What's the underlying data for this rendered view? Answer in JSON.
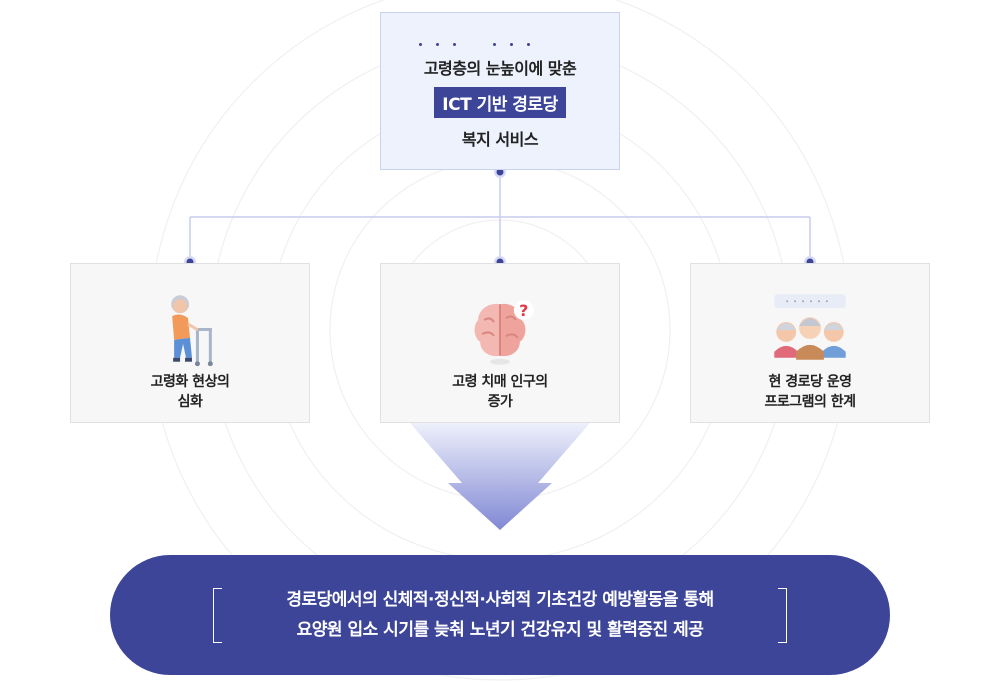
{
  "top_box": {
    "line1": "고령층의 눈높이에 맞춘",
    "highlight": "ICT 기반 경로당",
    "line3": "복지 서비스"
  },
  "cards": [
    {
      "icon": "elderly-walker-icon",
      "label_lines": [
        "고령화 현상의",
        "심화"
      ]
    },
    {
      "icon": "brain-question-icon",
      "label_lines": [
        "고령 치매 인구의",
        "증가"
      ]
    },
    {
      "icon": "senior-group-chat-icon",
      "label_lines": [
        "현 경로당 운영",
        "프로그램의 한계"
      ]
    }
  ],
  "result": {
    "line1": "경로당에서의 신체적·정신적·사회적 기초건강 예방활동을 통해",
    "line2": "요양원 입소 시기를 늦춰 노년기 건강유지 및 활력증진 제공"
  },
  "colors": {
    "primary": "#3d4599",
    "connector": "#c8ccee",
    "top_box_bg": "#eef2fd",
    "card_bg": "#f7f7f7"
  }
}
